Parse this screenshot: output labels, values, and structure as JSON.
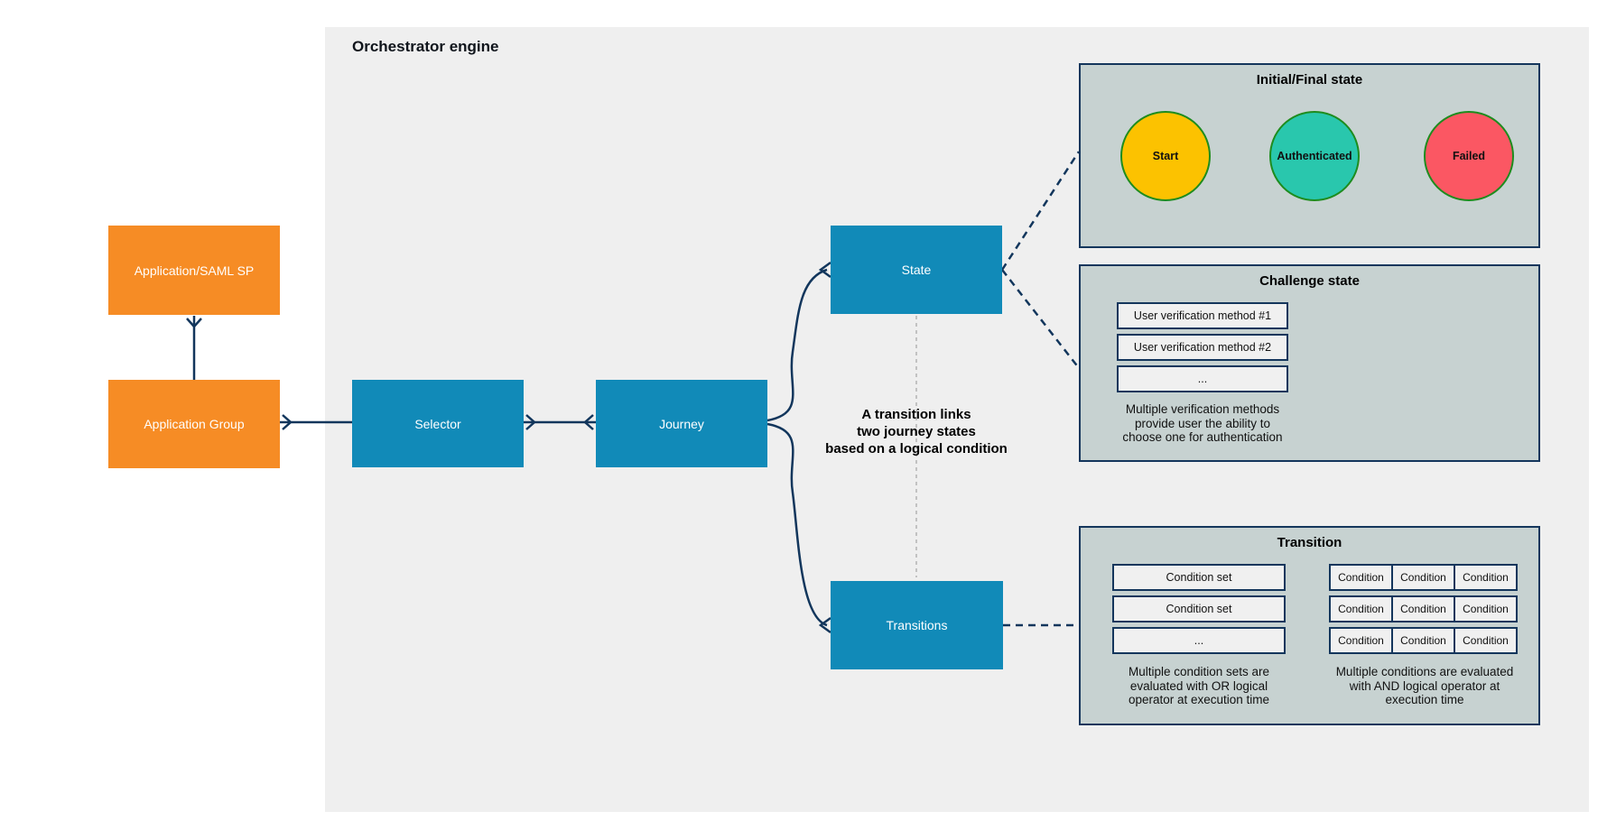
{
  "diagram": {
    "title": "Orchestrator engine",
    "nodes": {
      "application_saml_sp": "Application/SAML SP",
      "application_group": "Application Group",
      "selector": "Selector",
      "journey": "Journey",
      "state": "State",
      "transitions": "Transitions"
    },
    "annotation": {
      "lines": [
        "A transition links",
        "two journey states",
        "based on a logical condition"
      ]
    },
    "panels": {
      "initial_final": {
        "title": "Initial/Final state",
        "states": [
          "Start",
          "Authenticated",
          "Failed"
        ]
      },
      "challenge": {
        "title": "Challenge state",
        "methods": [
          "User verification method #1",
          "User verification method #2",
          "..."
        ],
        "caption": [
          "Multiple verification methods",
          "provide user the ability to",
          "choose one for authentication"
        ]
      },
      "transition": {
        "title": "Transition",
        "condition_sets": [
          "Condition set",
          "Condition set",
          "..."
        ],
        "conditions": [
          "Condition",
          "Condition",
          "Condition",
          "Condition",
          "Condition",
          "Condition",
          "Condition",
          "Condition",
          "Condition"
        ],
        "or_caption": [
          "Multiple condition sets are",
          "evaluated with OR logical",
          "operator at execution time"
        ],
        "and_caption": [
          "Multiple conditions are evaluated",
          "with AND logical operator at",
          "execution time"
        ]
      }
    },
    "colors": {
      "canvas_bg": "#ffffff",
      "engine_bg": "#efefef",
      "orange_node": "#f68c25",
      "blue_node": "#118ab8",
      "node_text": "#ffffff",
      "connector": "#12365c",
      "panel_bg": "#c7d2d1",
      "panel_border": "#14365c",
      "inner_box_bg": "#f0f0f0",
      "circle_border": "#1e8c1e",
      "start_fill": "#fcc200",
      "authenticated_fill": "#29c7ad",
      "failed_fill": "#fb5763",
      "guide_dash": "#b3b3b3"
    }
  }
}
